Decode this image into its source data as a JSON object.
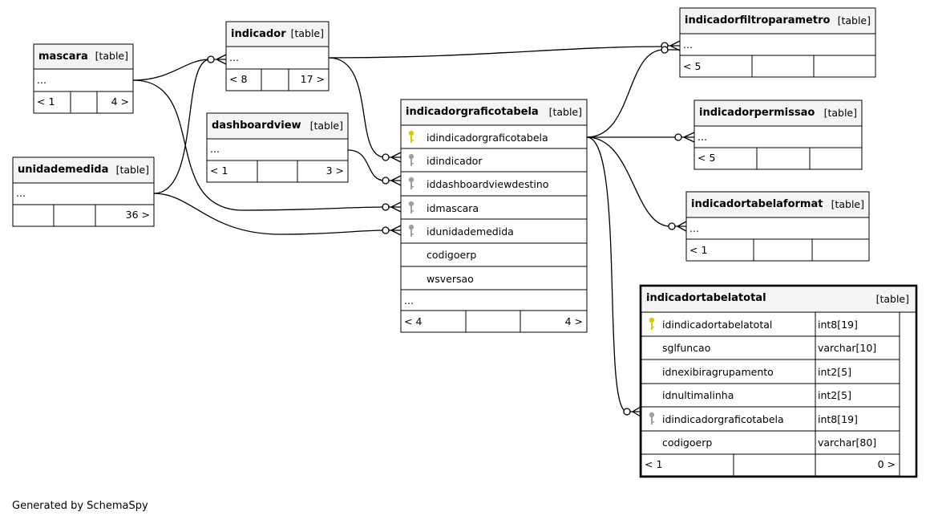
{
  "footer": "Generated by SchemaSpy",
  "kind_label": "[table]",
  "tables": {
    "mascara": {
      "name": "mascara",
      "body": "...",
      "foot": [
        "< 1",
        "",
        "4 >"
      ]
    },
    "indicador": {
      "name": "indicador",
      "body": "...",
      "foot": [
        "< 8",
        "",
        "17 >"
      ]
    },
    "dashboardview": {
      "name": "dashboardview",
      "body": "...",
      "foot": [
        "< 1",
        "",
        "3 >"
      ]
    },
    "unidademedida": {
      "name": "unidademedida",
      "body": "...",
      "foot": [
        "",
        "",
        "36 >"
      ]
    },
    "indicadorfiltroparametro": {
      "name": "indicadorfiltroparametro",
      "body": "...",
      "foot": [
        "< 5",
        "",
        ""
      ]
    },
    "indicadorpermissao": {
      "name": "indicadorpermissao",
      "body": "...",
      "foot": [
        "< 5",
        "",
        ""
      ]
    },
    "indicadortabelaformat": {
      "name": "indicadortabelaformat",
      "body": "...",
      "foot": [
        "< 1",
        "",
        ""
      ]
    },
    "indicadorgraficotabela": {
      "name": "indicadorgraficotabela",
      "columns": [
        {
          "name": "idindicadorgraficotabela",
          "key": "pk"
        },
        {
          "name": "idindicador",
          "key": "fk"
        },
        {
          "name": "iddashboardviewdestino",
          "key": "fk"
        },
        {
          "name": "idmascara",
          "key": "fk"
        },
        {
          "name": "idunidademedida",
          "key": "fk"
        },
        {
          "name": "codigoerp",
          "key": ""
        },
        {
          "name": "wsversao",
          "key": ""
        }
      ],
      "more": "...",
      "foot": [
        "< 4",
        "",
        "4 >"
      ]
    },
    "indicadortabelatotal": {
      "name": "indicadortabelatotal",
      "columns": [
        {
          "name": "idindicadortabelatotal",
          "type": "int8[19]",
          "key": "pk"
        },
        {
          "name": "sglfuncao",
          "type": "varchar[10]",
          "key": ""
        },
        {
          "name": "idnexibiragrupamento",
          "type": "int2[5]",
          "key": ""
        },
        {
          "name": "idnultimalinha",
          "type": "int2[5]",
          "key": ""
        },
        {
          "name": "idindicadorgraficotabela",
          "type": "int8[19]",
          "key": "fk"
        },
        {
          "name": "codigoerp",
          "type": "varchar[80]",
          "key": ""
        }
      ],
      "foot": [
        "< 1",
        "",
        "0 >"
      ]
    }
  },
  "colors": {
    "pk_key": "#d8cc00",
    "fk_key": "#a0a0a0",
    "header_bg": "#f4f4f4",
    "line": "#000000"
  }
}
